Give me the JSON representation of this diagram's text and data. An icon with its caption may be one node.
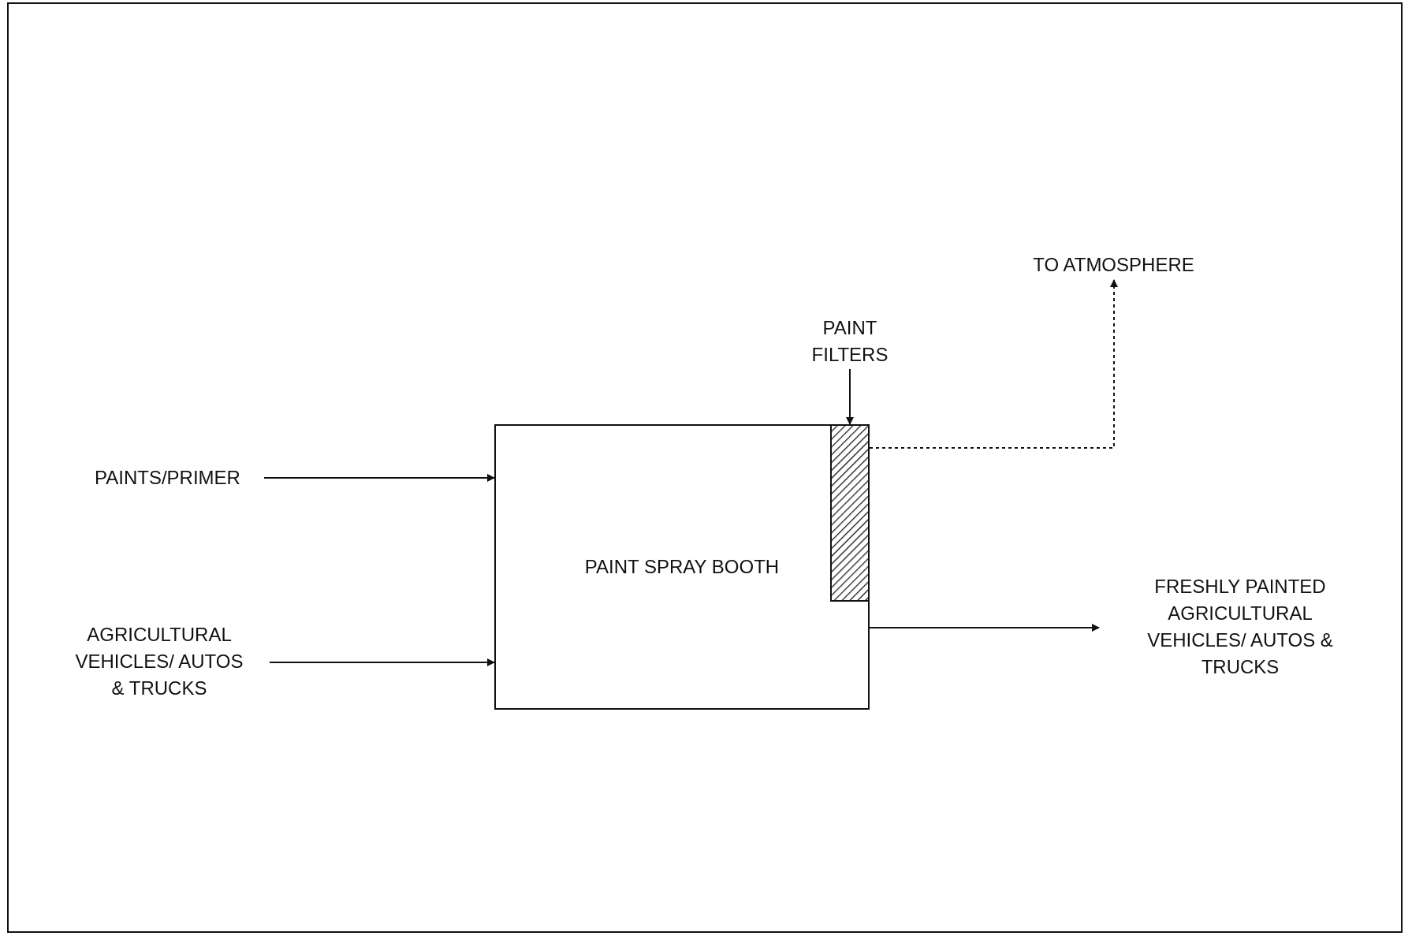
{
  "diagram": {
    "nodes": [
      {
        "text": [
          "PAINTS/PRIMER"
        ]
      },
      {
        "text": [
          "AGRICULTURAL VEHICLES/ AUTOS & TRUCKS"
        ]
      },
      {
        "text": [
          "PAINT SPRAY BOOTH"
        ]
      },
      {
        "text": [
          "PAINT FILTERS"
        ]
      },
      {
        "text": [],
        "shape": "box",
        "in": 2
      },
      {
        "text": [
          "TO ATMOSPHERE"
        ]
      },
      {
        "text": [
          "FRESHLY PAINTED AGRICULTURAL VEHICLES/ AUTOS & TRUCKS"
        ]
      }
    ],
    "edges": [
      {
        "from": 0,
        "to": 2,
        "arrow": "to"
      },
      {
        "from": 1,
        "to": 2,
        "arrow": "to"
      },
      {
        "from": 3,
        "to": 4,
        "arrow": "to"
      },
      {
        "from": 4,
        "to": 5,
        "arrow": "to",
        "style": "dashed"
      },
      {
        "from": 2,
        "to": 6,
        "arrow": "to"
      }
    ]
  }
}
